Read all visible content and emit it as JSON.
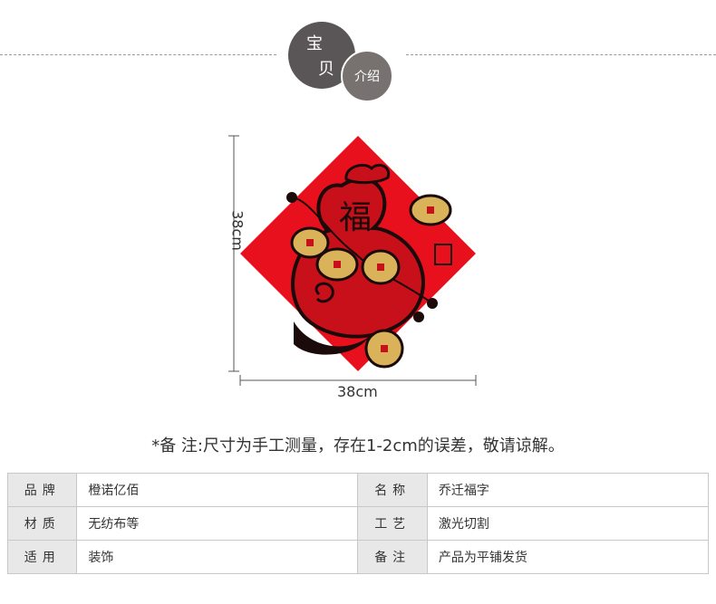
{
  "header": {
    "badge_char1": "宝",
    "badge_char2": "贝",
    "badge_small": "介绍"
  },
  "product": {
    "fu_char": "福",
    "width_label": "38cm",
    "height_label": "38cm",
    "colors": {
      "red": "#e8101c",
      "dark": "#1a0a0a",
      "gold": "#d9b25a"
    }
  },
  "note": "*备 注:尺寸为手工测量，存在1-2cm的误差，敬请谅解。",
  "specs": [
    {
      "label": "品牌",
      "value": "橙诺亿佰",
      "label2": "名称",
      "value2": "乔迁福字"
    },
    {
      "label": "材质",
      "value": "无纺布等",
      "label2": "工艺",
      "value2": "激光切割"
    },
    {
      "label": "适用",
      "value": "装饰",
      "label2": "备注",
      "value2": "产品为平铺发货"
    }
  ]
}
